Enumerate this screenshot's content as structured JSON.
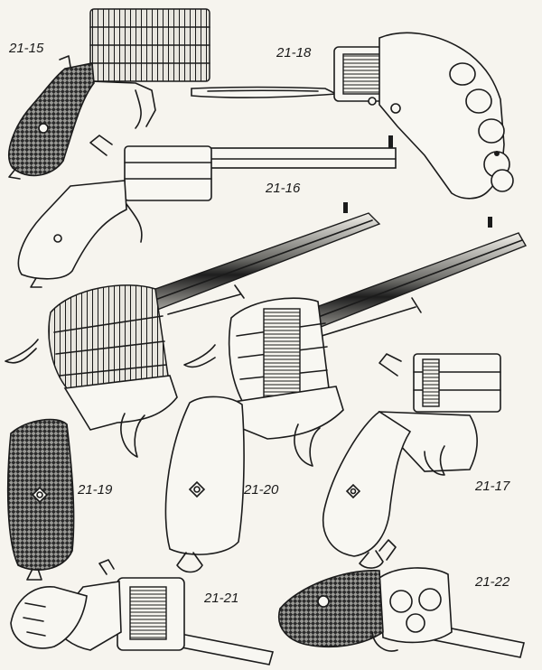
{
  "plate": {
    "labels": {
      "fig_21_15": "21-15",
      "fig_21_16": "21-16",
      "fig_21_17": "21-17",
      "fig_21_18": "21-18",
      "fig_21_19": "21-19",
      "fig_21_20": "21-20",
      "fig_21_21": "21-21",
      "fig_21_22": "21-22"
    }
  }
}
